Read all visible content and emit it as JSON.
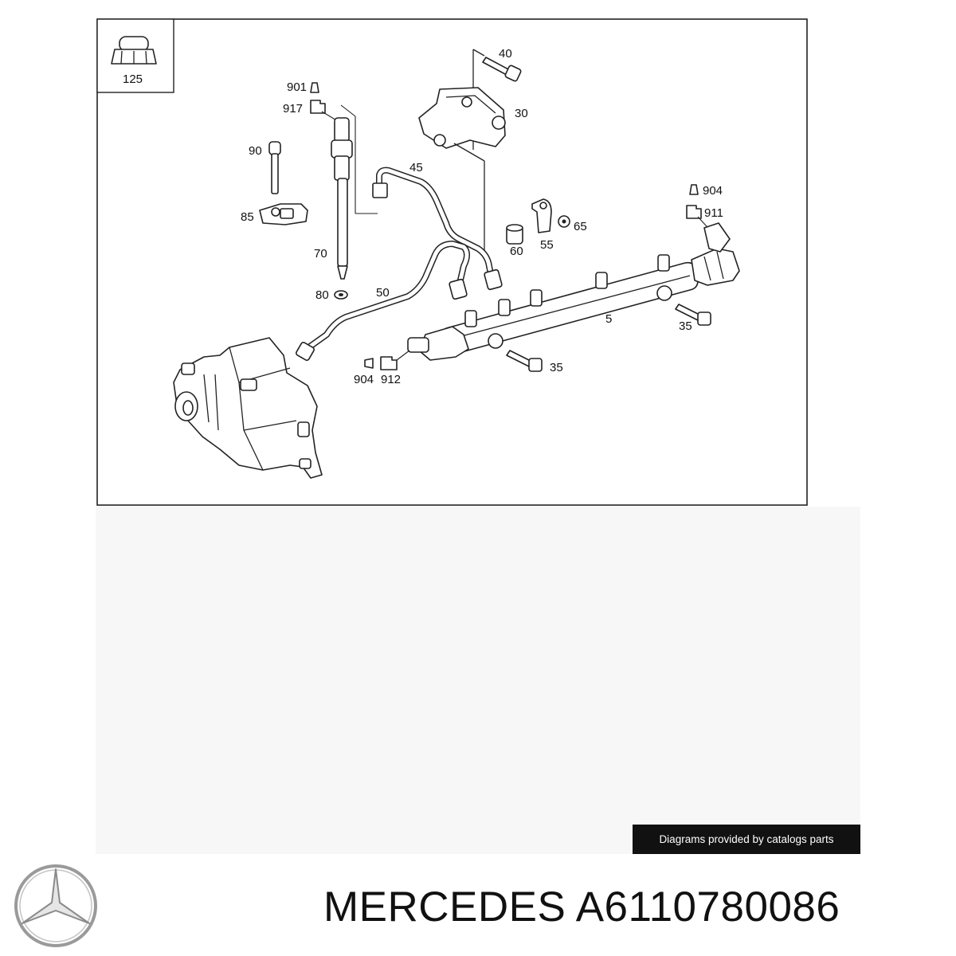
{
  "diagram": {
    "callouts": {
      "c125": "125",
      "c40": "40",
      "c30": "30",
      "c901": "901",
      "c917": "917",
      "c90": "90",
      "c45": "45",
      "c85": "85",
      "c904a": "904",
      "c911": "911",
      "c65": "65",
      "c55": "55",
      "c60": "60",
      "c70": "70",
      "c80": "80",
      "c50": "50",
      "c5": "5",
      "c35a": "35",
      "c904b": "904",
      "c912": "912",
      "c35b": "35"
    }
  },
  "credit": {
    "text": "Diagrams provided by catalogs parts"
  },
  "brand": {
    "maker": "MERCEDES",
    "part_number": "A6110780086"
  },
  "logo": {
    "icon": "mercedes-star-icon",
    "color": "#9a9a9a"
  }
}
